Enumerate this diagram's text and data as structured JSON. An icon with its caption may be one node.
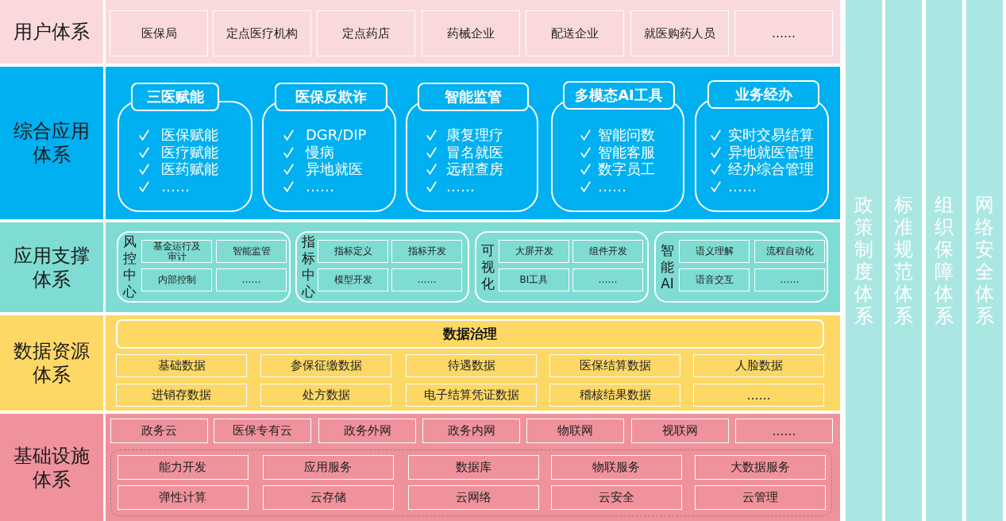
{
  "diagram": {
    "nodes": [
      {
        "text": [
          "用户体系"
        ]
      },
      {
        "text": [
          "医保局"
        ],
        "in": 0
      },
      {
        "text": [
          "定点医疗机构"
        ],
        "in": 0
      },
      {
        "text": [
          "定点药店"
        ],
        "in": 0
      },
      {
        "text": [
          "药械企业"
        ],
        "in": 0
      },
      {
        "text": [
          "配送企业"
        ],
        "in": 0
      },
      {
        "text": [
          "就医购药人员"
        ],
        "in": 0
      },
      {
        "text": [
          "……"
        ],
        "in": 0
      },
      {
        "text": [
          "综合应用体系"
        ]
      },
      {
        "text": [
          "三医赋能",
          "医保赋能",
          "医疗赋能",
          "医药赋能",
          "……"
        ],
        "in": 8
      },
      {
        "text": [
          "医保反欺诈",
          "DGR/DIP",
          "慢病",
          "异地就医",
          "……"
        ],
        "in": 8
      },
      {
        "text": [
          "智能监管",
          "康复理疗",
          "冒名就医",
          "远程查房",
          "……"
        ],
        "in": 8
      },
      {
        "text": [
          "多模态AI工具",
          "智能问数",
          "智能客服",
          "数字员工",
          "……"
        ],
        "in": 8
      },
      {
        "text": [
          "业务经办",
          "实时交易结算",
          "异地就医管理",
          "经办综合管理",
          "……"
        ],
        "in": 8
      },
      {
        "text": [
          "应用支撑体系"
        ]
      },
      {
        "text": [
          "风控中心"
        ],
        "in": 14
      },
      {
        "text": [
          "基金运行及审计"
        ],
        "in": 15
      },
      {
        "text": [
          "智能监管"
        ],
        "in": 15
      },
      {
        "text": [
          "内部控制"
        ],
        "in": 15
      },
      {
        "text": [
          "……"
        ],
        "in": 15
      },
      {
        "text": [
          "指标中心"
        ],
        "in": 14
      },
      {
        "text": [
          "指标定义"
        ],
        "in": 20
      },
      {
        "text": [
          "指标开发"
        ],
        "in": 20
      },
      {
        "text": [
          "模型开发"
        ],
        "in": 20
      },
      {
        "text": [
          "……"
        ],
        "in": 20
      },
      {
        "text": [
          "可视化"
        ],
        "in": 14
      },
      {
        "text": [
          "大屏开发"
        ],
        "in": 25
      },
      {
        "text": [
          "组件开发"
        ],
        "in": 25
      },
      {
        "text": [
          "BI工具"
        ],
        "in": 25
      },
      {
        "text": [
          "……"
        ],
        "in": 25
      },
      {
        "text": [
          "智能AI"
        ],
        "in": 14
      },
      {
        "text": [
          "语义理解"
        ],
        "in": 30
      },
      {
        "text": [
          "流程自动化"
        ],
        "in": 30
      },
      {
        "text": [
          "语音交互"
        ],
        "in": 30
      },
      {
        "text": [
          "……"
        ],
        "in": 30
      },
      {
        "text": [
          "数据资源体系"
        ]
      },
      {
        "text": [
          "数据治理"
        ],
        "in": 35
      },
      {
        "text": [
          "基础数据"
        ],
        "in": 35
      },
      {
        "text": [
          "参保征缴数据"
        ],
        "in": 35
      },
      {
        "text": [
          "待遇数据"
        ],
        "in": 35
      },
      {
        "text": [
          "医保结算数据"
        ],
        "in": 35
      },
      {
        "text": [
          "人脸数据"
        ],
        "in": 35
      },
      {
        "text": [
          "进销存数据"
        ],
        "in": 35
      },
      {
        "text": [
          "处方数据"
        ],
        "in": 35
      },
      {
        "text": [
          "电子结算凭证数据"
        ],
        "in": 35
      },
      {
        "text": [
          "稽核结果数据"
        ],
        "in": 35
      },
      {
        "text": [
          "……"
        ],
        "in": 35
      },
      {
        "text": [
          "基础设施体系"
        ]
      },
      {
        "text": [
          "政务云"
        ],
        "in": 47
      },
      {
        "text": [
          "医保专有云"
        ],
        "in": 47
      },
      {
        "text": [
          "政务外网"
        ],
        "in": 47
      },
      {
        "text": [
          "政务内网"
        ],
        "in": 47
      },
      {
        "text": [
          "物联网"
        ],
        "in": 47
      },
      {
        "text": [
          "视联网"
        ],
        "in": 47
      },
      {
        "text": [
          "……"
        ],
        "in": 47
      },
      {
        "text": [],
        "shape": "box",
        "in": 47
      },
      {
        "text": [
          "能力开发"
        ],
        "in": 55
      },
      {
        "text": [
          "应用服务"
        ],
        "in": 55
      },
      {
        "text": [
          "数据库"
        ],
        "in": 55
      },
      {
        "text": [
          "物联服务"
        ],
        "in": 55
      },
      {
        "text": [
          "大数据服务"
        ],
        "in": 55
      },
      {
        "text": [
          "弹性计算"
        ],
        "in": 55
      },
      {
        "text": [
          "云存储"
        ],
        "in": 55
      },
      {
        "text": [
          "云网络"
        ],
        "in": 55
      },
      {
        "text": [
          "云安全"
        ],
        "in": 55
      },
      {
        "text": [
          "云管理"
        ],
        "in": 55
      },
      {
        "text": [
          "政策制度体系"
        ]
      },
      {
        "text": [
          "标准规范体系"
        ]
      },
      {
        "text": [
          "组织保障体系"
        ]
      },
      {
        "text": [
          "网络安全体系"
        ]
      }
    ]
  }
}
